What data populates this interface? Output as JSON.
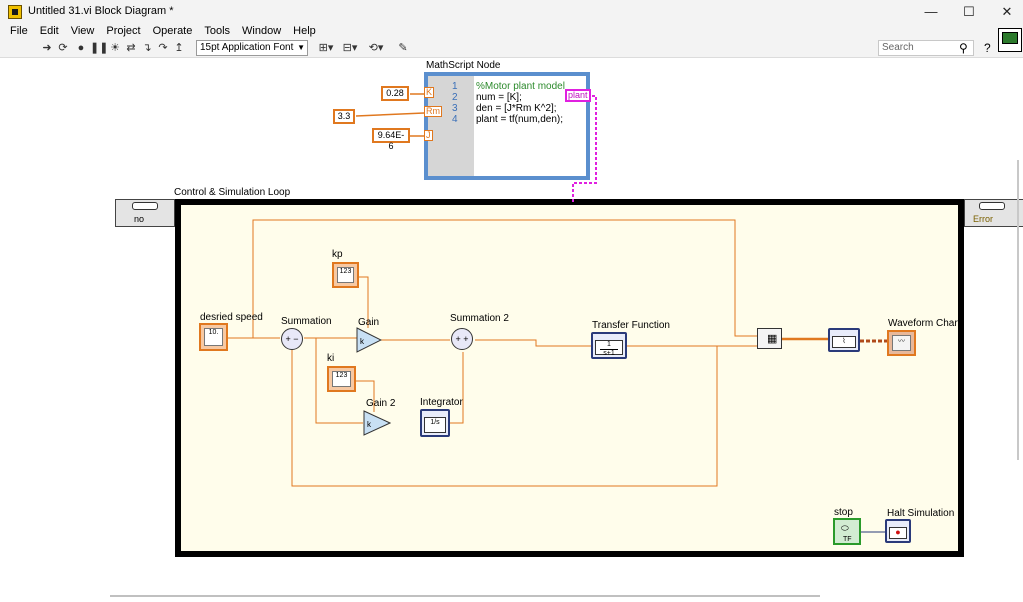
{
  "window": {
    "title": "Untitled 31.vi Block Diagram *",
    "controls": {
      "minimize": "—",
      "maximize": "☐",
      "close": "✕"
    }
  },
  "menu": [
    "File",
    "Edit",
    "View",
    "Project",
    "Operate",
    "Tools",
    "Window",
    "Help"
  ],
  "toolbar": {
    "font": "15pt Application Font",
    "search_placeholder": "Search",
    "help": "?"
  },
  "mathscript": {
    "label": "MathScript Node",
    "line_numbers": [
      "1",
      "2",
      "3",
      "4"
    ],
    "lines": [
      "%Motor plant model",
      "num =  [K];",
      "den  =  [J*Rm K^2];",
      "plant = tf(num,den);"
    ],
    "inputs": {
      "k": "K",
      "rm": "Rm",
      "j": "J"
    },
    "output": "plant"
  },
  "constants": {
    "k": "0.28",
    "rm": "3.3",
    "j": "9.64E-6"
  },
  "loop": {
    "label": "Control & Simulation Loop",
    "left_terminal": "no",
    "right_terminal": "Error"
  },
  "blocks": {
    "desired_speed": "desried speed",
    "desired_ramp": "10.",
    "summation": "Summation",
    "summation_signs": "+ −",
    "kp": "kp",
    "kp_value": "123",
    "gain": "Gain",
    "gain_symbol": "k",
    "ki": "ki",
    "ki_value": "123",
    "gain2": "Gain 2",
    "gain2_symbol": "k",
    "summation2": "Summation 2",
    "summation2_signs": "+ +",
    "integrator": "Integrator",
    "integrator_symbol": "1/s",
    "transfer_function": "Transfer Function",
    "tf_numerator": "1",
    "tf_denominator": "s+1",
    "waveform_chart": "Waveform Chart",
    "stop": "stop",
    "stop_value": "TF",
    "halt_simulation": "Halt Simulation"
  }
}
